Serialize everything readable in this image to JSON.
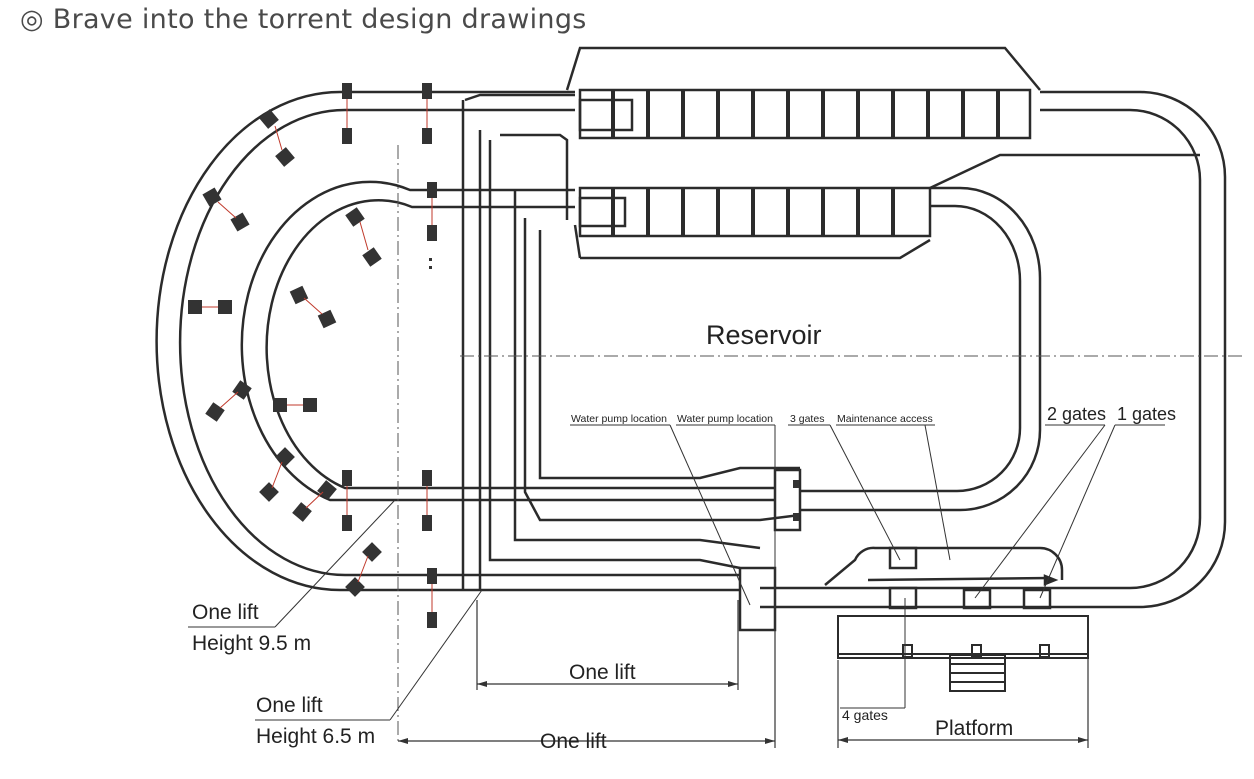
{
  "title": "◎ Brave into the torrent design drawings",
  "labels": {
    "reservoir": "Reservoir",
    "water_pump_1": "Water pump location",
    "water_pump_2": "Water pump location",
    "three_gates": "3 gates",
    "maintenance": "Maintenance access",
    "two_gates": "2 gates",
    "one_gates": "1 gates",
    "four_gates": "4 gates",
    "platform": "Platform",
    "lift_a_name": "One lift",
    "lift_a_height": "Height 9.5 m",
    "lift_b_name": "One lift",
    "lift_b_height": "Height 6.5 m",
    "lift_c": "One lift",
    "lift_d": "One lift"
  },
  "colors": {
    "line": "#2b2b2b",
    "accent": "#c0392b",
    "block": "#333333"
  }
}
